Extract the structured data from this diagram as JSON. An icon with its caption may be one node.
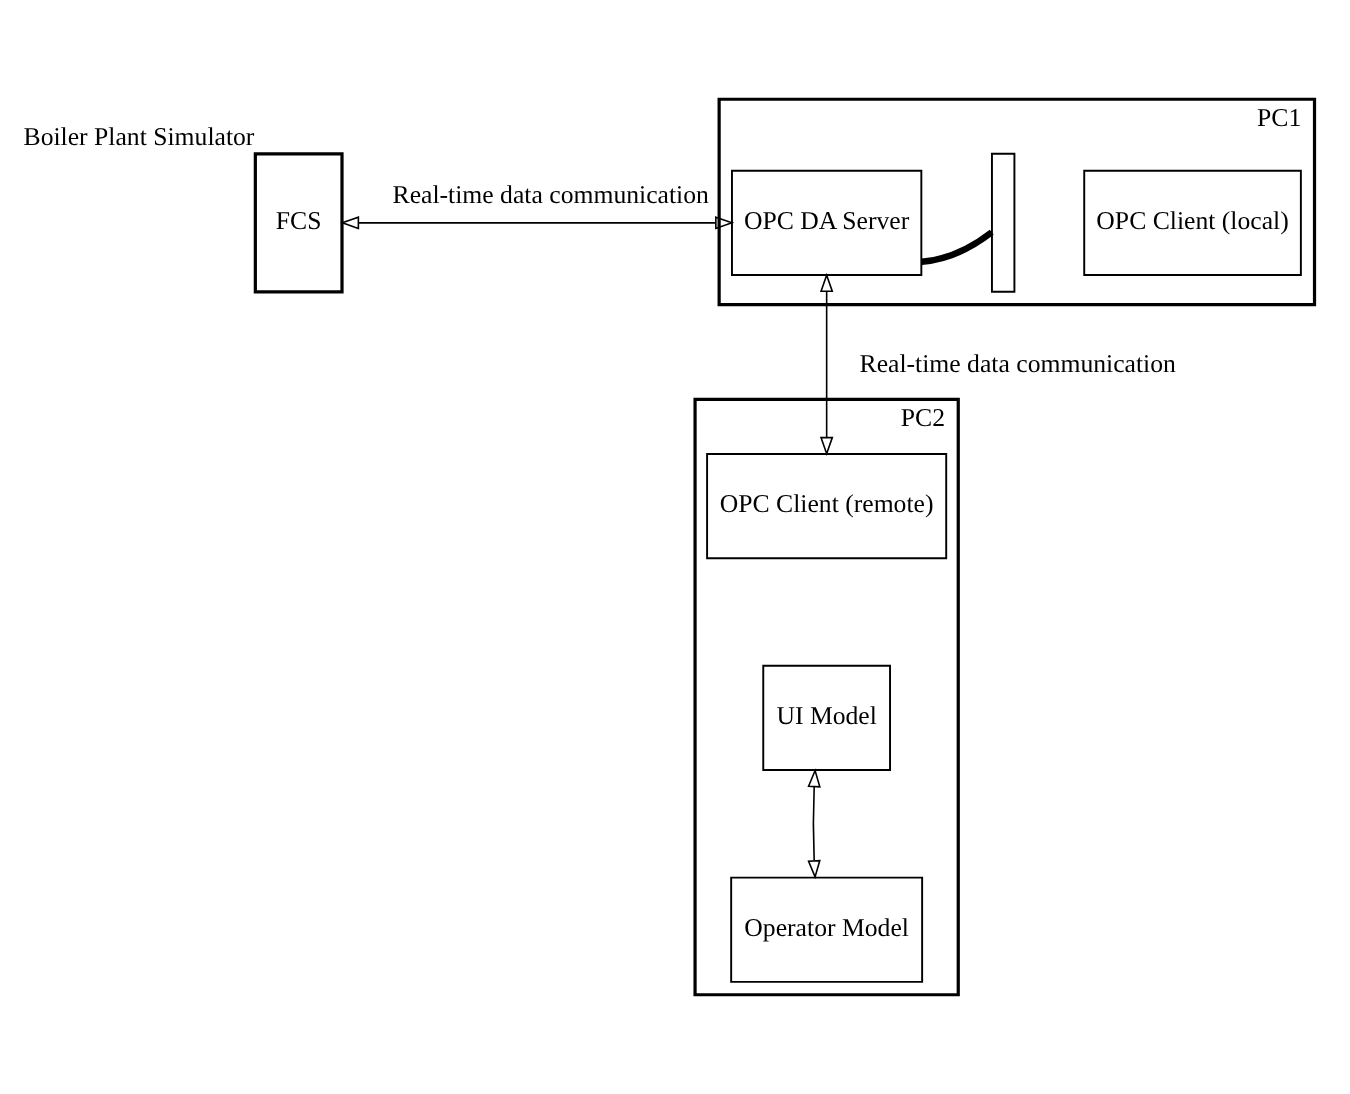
{
  "diagram": {
    "nodes": [
      {
        "text": [
          "FCS"
        ],
        "beside": [
          "Boiler Plant Simulator"
        ]
      },
      {
        "text": [
          "PC1"
        ]
      },
      {
        "text": [
          "OPC DA Server"
        ],
        "in": 1
      },
      {
        "text": [],
        "shape": "bar",
        "in": 1
      },
      {
        "text": [
          "OPC Client (local)"
        ],
        "in": 1
      },
      {
        "text": [
          "PC2"
        ]
      },
      {
        "text": [
          "OPC Client (remote)"
        ],
        "in": 5
      },
      {
        "text": [
          "UI Model"
        ],
        "in": 5
      },
      {
        "text": [
          "Operator Model"
        ],
        "in": 5
      }
    ],
    "edges": [
      {
        "from": 0,
        "to": 2,
        "arrow": "both",
        "label": "Real-time data communication"
      },
      {
        "from": 2,
        "to": 3,
        "arrow": "none",
        "style": "thick"
      },
      {
        "from": 2,
        "to": 6,
        "arrow": "both",
        "label": "Real-time data communication"
      },
      {
        "from": 7,
        "to": 8,
        "arrow": "both"
      }
    ]
  }
}
